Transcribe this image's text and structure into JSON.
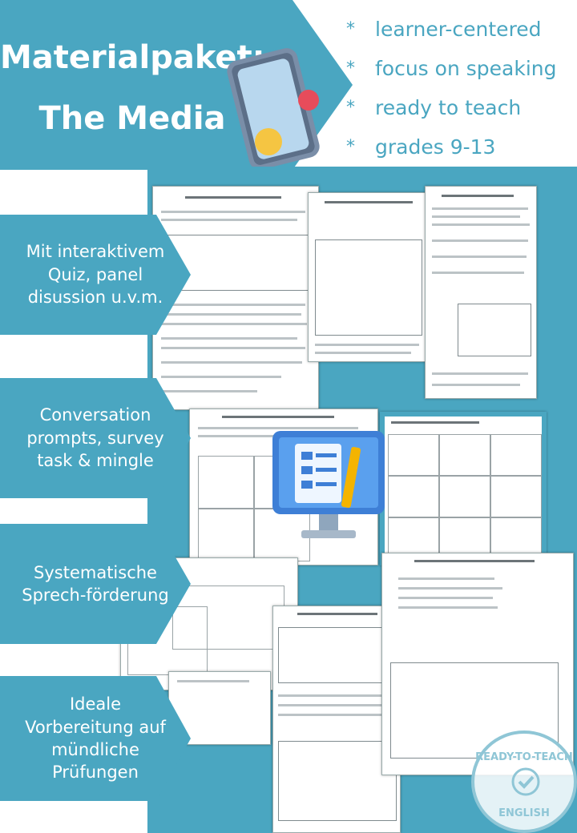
{
  "hero": {
    "title_line1": "Materialpaket:",
    "title_line2": "The Media"
  },
  "features": [
    {
      "label": "learner-centered"
    },
    {
      "label": "focus on speaking"
    },
    {
      "label": "ready to teach"
    },
    {
      "label": "grades 9-13"
    }
  ],
  "side_labels": [
    {
      "text": "Mit interaktivem Quiz, panel disussion u.v.m."
    },
    {
      "text": "Conversation prompts, survey task & mingle"
    },
    {
      "text": "Systematische Sprech-förderung"
    },
    {
      "text": "Ideale Vorbereitung auf mündliche Prüfungen"
    }
  ],
  "colors": {
    "accent": "#4aa6c1",
    "stamp": "#8fc6d6"
  },
  "icons": {
    "feature_bullet": "star-icon",
    "hero_illustration": "smartphone-icon",
    "center_illustration": "monitor-checklist-icon",
    "badge": "ready-to-teach-stamp"
  }
}
